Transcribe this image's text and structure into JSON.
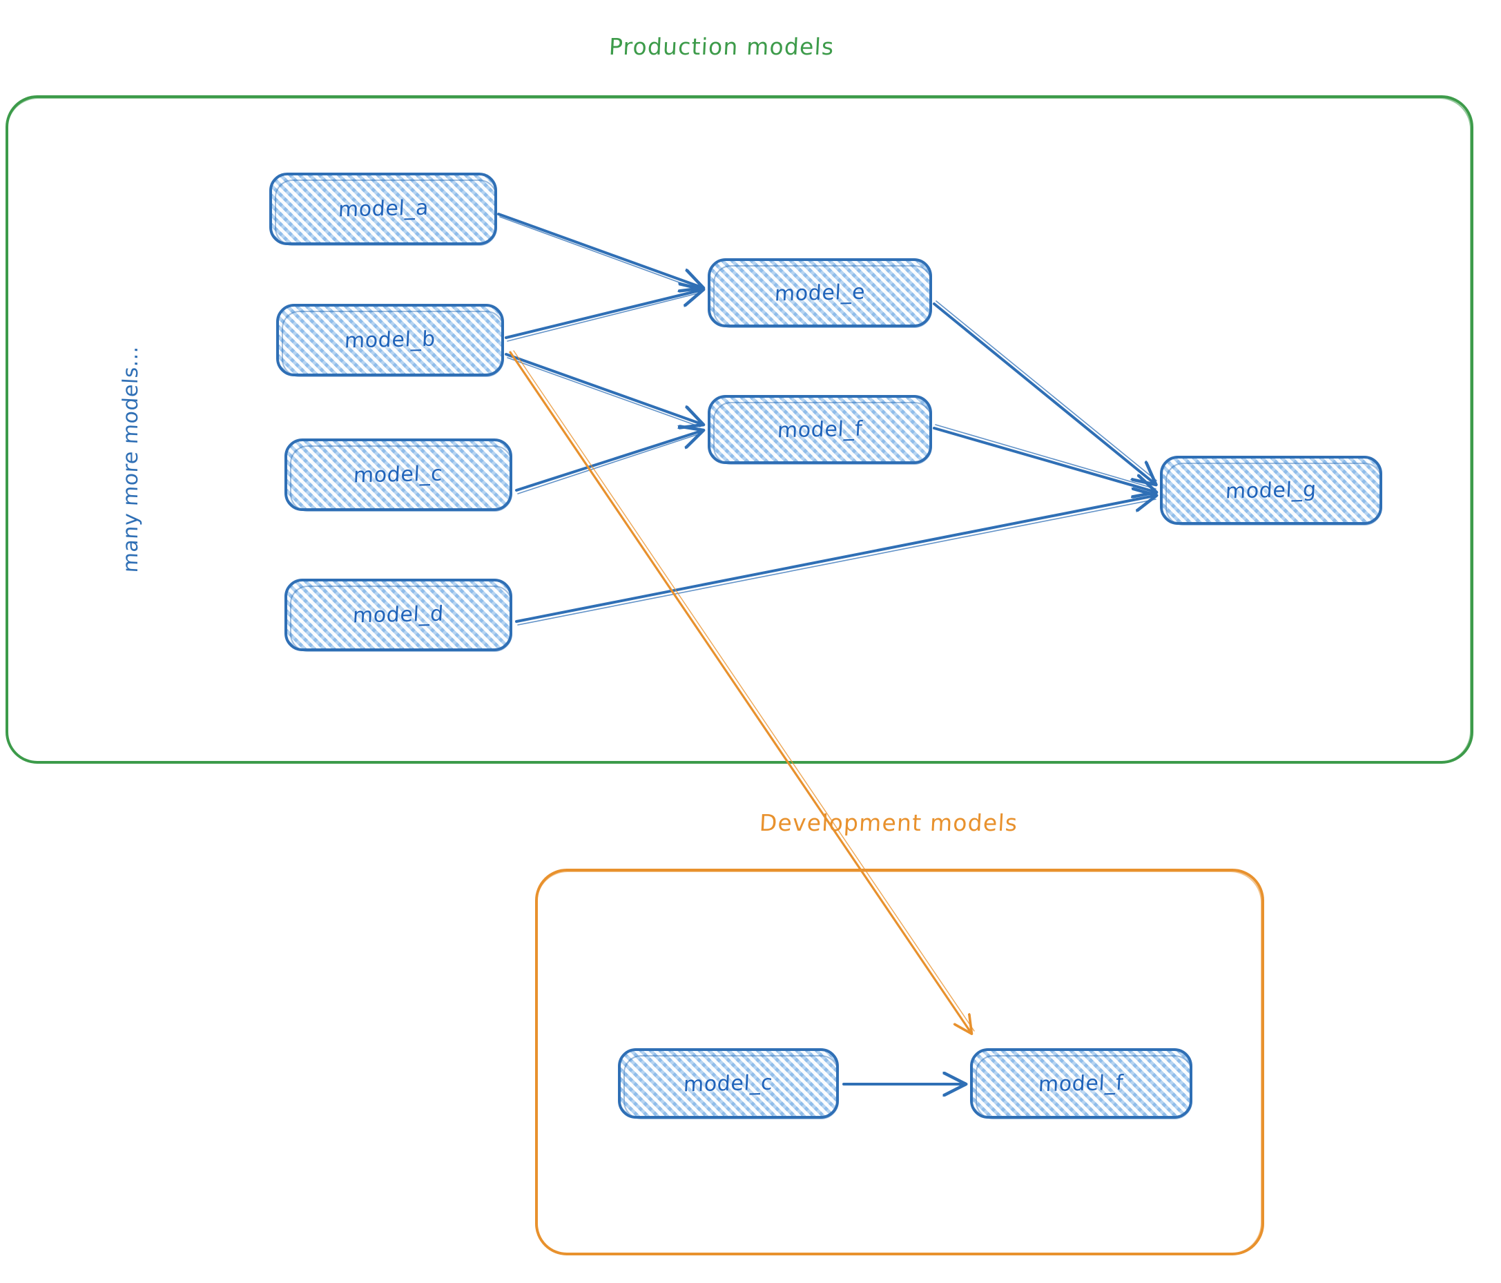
{
  "diagram": {
    "title_note": "dbt model lineage across production and development environments",
    "groups": [
      {
        "id": "production",
        "label": "Production models",
        "color": "#3d9b4a",
        "side_label": "many more models..."
      },
      {
        "id": "development",
        "label": "Development models",
        "color": "#e8912d"
      }
    ],
    "node_color": "#2f6fb5",
    "node_fill": "#dceafa",
    "node_text_color": "#1f63ba",
    "production_nodes": [
      {
        "id": "model_a",
        "label": "model_a"
      },
      {
        "id": "model_b",
        "label": "model_b"
      },
      {
        "id": "model_c",
        "label": "model_c"
      },
      {
        "id": "model_d",
        "label": "model_d"
      },
      {
        "id": "model_e",
        "label": "model_e"
      },
      {
        "id": "model_f",
        "label": "model_f"
      },
      {
        "id": "model_g",
        "label": "model_g"
      }
    ],
    "development_nodes": [
      {
        "id": "dev_model_c",
        "label": "model_c"
      },
      {
        "id": "dev_model_f",
        "label": "model_f"
      }
    ],
    "edges": [
      {
        "from": "model_a",
        "to": "model_e",
        "color": "#2f6fb5"
      },
      {
        "from": "model_b",
        "to": "model_e",
        "color": "#2f6fb5"
      },
      {
        "from": "model_b",
        "to": "model_f",
        "color": "#2f6fb5"
      },
      {
        "from": "model_c",
        "to": "model_f",
        "color": "#2f6fb5"
      },
      {
        "from": "model_e",
        "to": "model_g",
        "color": "#2f6fb5"
      },
      {
        "from": "model_f",
        "to": "model_g",
        "color": "#2f6fb5"
      },
      {
        "from": "model_d",
        "to": "model_g",
        "color": "#2f6fb5"
      },
      {
        "from": "model_b",
        "to": "dev_model_f",
        "color": "#e8912d"
      },
      {
        "from": "dev_model_c",
        "to": "dev_model_f",
        "color": "#2f6fb5"
      }
    ]
  }
}
